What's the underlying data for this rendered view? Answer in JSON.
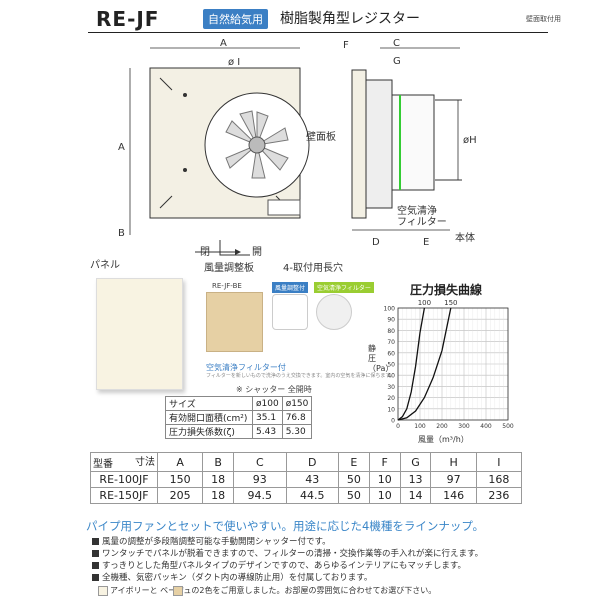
{
  "header": {
    "model": "RE-JF",
    "badge": "自然給気用",
    "title": "樹脂製角型レジスター",
    "mount": "壁面取付用"
  },
  "drawing_labels": {
    "A_top": "A",
    "A_side": "A",
    "B_side": "B",
    "C": "C",
    "F": "F",
    "G": "G",
    "D": "D",
    "E": "E",
    "phi_I": "ø I",
    "phi_H": "øH",
    "wall": "壁面板",
    "filter": "空気清浄\nフィルター",
    "body": "本体",
    "panel": "パネル",
    "close": "閉",
    "open": "開",
    "damper": "風量調整板",
    "slots": "4-取付用長穴"
  },
  "photos": {
    "product_label": "RE-JF-BE",
    "shutter_tag": "風量調整付",
    "filter_tag": "空気清浄フィルター",
    "caption": "空気清浄フィルター付",
    "sub_caption": "フィルターを新しいもので洗浄のうえ交換できます。室内の空気を清浄に保ちます。"
  },
  "spec": {
    "title": "※ シャッター 全開時",
    "header": [
      "サイズ",
      "ø100",
      "ø150"
    ],
    "rows": [
      [
        "有効開口面積(cm²)",
        "35.1",
        "76.8"
      ],
      [
        "圧力損失係数(ζ)",
        "5.43",
        "5.30"
      ]
    ]
  },
  "chart_data": {
    "type": "line",
    "title": "圧力損失曲線",
    "xlabel": "風量（m³/h）",
    "ylabel": "静圧（Pa）",
    "xlim": [
      0,
      500
    ],
    "ylim": [
      0,
      100
    ],
    "x_ticks": [
      0,
      100,
      200,
      300,
      400,
      500
    ],
    "y_ticks": [
      0,
      10,
      20,
      30,
      40,
      50,
      60,
      70,
      80,
      90,
      100
    ],
    "grid": true,
    "series": [
      {
        "name": "100",
        "x": [
          0,
          20,
          40,
          60,
          80,
          100,
          120
        ],
        "y": [
          0,
          3,
          10,
          25,
          48,
          78,
          100
        ]
      },
      {
        "name": "150",
        "x": [
          0,
          40,
          80,
          120,
          160,
          200,
          240
        ],
        "y": [
          0,
          2,
          8,
          20,
          38,
          62,
          100
        ]
      }
    ]
  },
  "dims": {
    "corner_label": "型番",
    "corner_unit": "寸法",
    "columns": [
      "A",
      "B",
      "C",
      "D",
      "E",
      "F",
      "G",
      "H",
      "I"
    ],
    "rows": [
      {
        "model": "RE-100JF",
        "values": [
          "150",
          "18",
          "93",
          "43",
          "50",
          "10",
          "13",
          "97",
          "168"
        ]
      },
      {
        "model": "RE-150JF",
        "values": [
          "205",
          "18",
          "94.5",
          "44.5",
          "50",
          "10",
          "14",
          "146",
          "236"
        ]
      }
    ]
  },
  "blurb": "パイプ用ファンとセットで使いやすい。用途に応じた4機種をラインナップ。",
  "features": [
    "風量の調整が多段階調整可能な手動開閉シャッター付です。",
    "ワンタッチでパネルが脱着できますので、フィルターの清掃・交換作業等の手入れが楽に行えます。",
    "すっきりとした角型パネルタイプのデザインですので、あらゆるインテリアにもマッチします。",
    "全機種、気密パッキン（ダクト内の導線防止用）を付属しております。"
  ],
  "note": "アイボリーと     ベージュの2色をご用意しました。お部屋の雰囲気に合わせてお選び下さい。",
  "colors": {
    "accent": "#3b7fc4",
    "ivory": "#f8f3e2",
    "beige": "#e6d0a4"
  }
}
